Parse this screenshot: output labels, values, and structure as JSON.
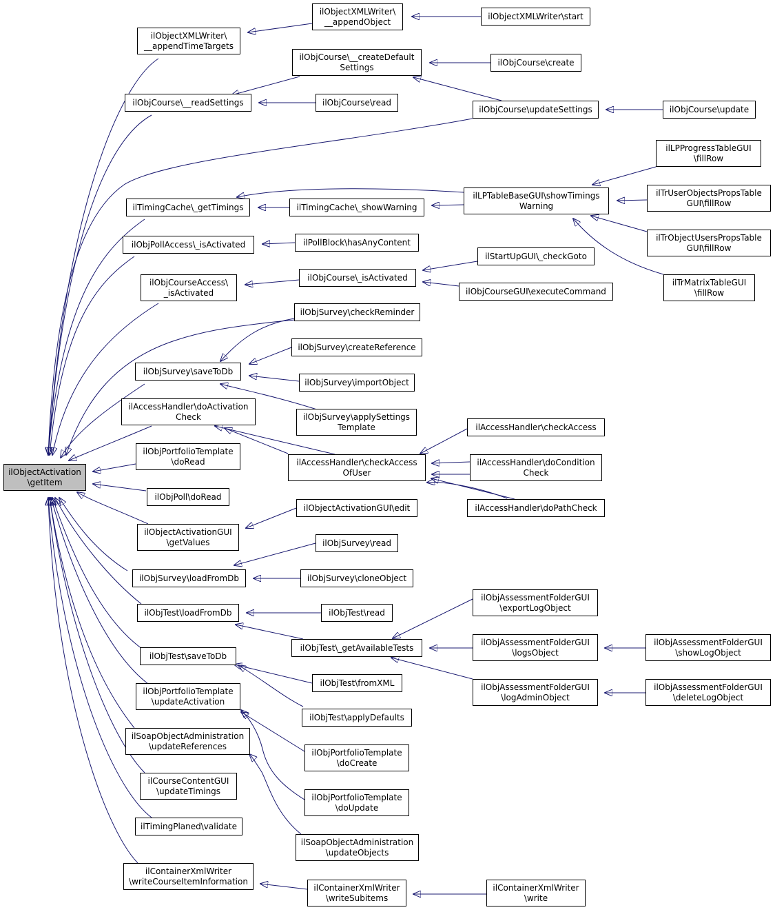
{
  "colors": {
    "edge": "#191970",
    "node_border": "#000000",
    "node_fill": "#ffffff",
    "root_fill": "#bfbfbf"
  },
  "nodes": [
    {
      "id": "root",
      "lines": [
        "ilObjectActivation",
        "\\getItem"
      ]
    },
    {
      "id": "n1",
      "lines": [
        "ilObjectXMLWriter\\",
        "__appendTimeTargets"
      ]
    },
    {
      "id": "n2",
      "lines": [
        "ilObjectXMLWriter\\",
        "__appendObject"
      ]
    },
    {
      "id": "n3",
      "lines": [
        "ilObjectXMLWriter\\start"
      ]
    },
    {
      "id": "n4",
      "lines": [
        "ilObjCourse\\__createDefault",
        "Settings"
      ]
    },
    {
      "id": "n5",
      "lines": [
        "ilObjCourse\\create"
      ]
    },
    {
      "id": "n6",
      "lines": [
        "ilObjCourse\\__readSettings"
      ]
    },
    {
      "id": "n7",
      "lines": [
        "ilObjCourse\\read"
      ]
    },
    {
      "id": "n8",
      "lines": [
        "ilObjCourse\\updateSettings"
      ]
    },
    {
      "id": "n9",
      "lines": [
        "ilObjCourse\\update"
      ]
    },
    {
      "id": "n10",
      "lines": [
        "ilLPProgressTableGUI",
        "\\fillRow"
      ]
    },
    {
      "id": "n11",
      "lines": [
        "ilTimingCache\\_getTimings"
      ]
    },
    {
      "id": "n12",
      "lines": [
        "ilTimingCache\\_showWarning"
      ]
    },
    {
      "id": "n13",
      "lines": [
        "ilLPTableBaseGUI\\showTimings",
        "Warning"
      ]
    },
    {
      "id": "n14",
      "lines": [
        "ilTrUserObjectsPropsTable",
        "GUI\\fillRow"
      ]
    },
    {
      "id": "n15",
      "lines": [
        "ilObjPollAccess\\_isActivated"
      ]
    },
    {
      "id": "n16",
      "lines": [
        "ilPollBlock\\hasAnyContent"
      ]
    },
    {
      "id": "n17",
      "lines": [
        "ilTrObjectUsersPropsTable",
        "GUI\\fillRow"
      ]
    },
    {
      "id": "n18",
      "lines": [
        "ilStartUpGUI\\_checkGoto"
      ]
    },
    {
      "id": "n19",
      "lines": [
        "ilObjCourseAccess\\",
        "_isActivated"
      ]
    },
    {
      "id": "n20",
      "lines": [
        "ilObjCourse\\_isActivated"
      ]
    },
    {
      "id": "n21",
      "lines": [
        "ilTrMatrixTableGUI",
        "\\fillRow"
      ]
    },
    {
      "id": "n22",
      "lines": [
        "ilObjCourseGUI\\executeCommand"
      ]
    },
    {
      "id": "n23",
      "lines": [
        "ilObjSurvey\\checkReminder"
      ]
    },
    {
      "id": "n24",
      "lines": [
        "ilObjSurvey\\createReference"
      ]
    },
    {
      "id": "n25",
      "lines": [
        "ilObjSurvey\\saveToDb"
      ]
    },
    {
      "id": "n26",
      "lines": [
        "ilObjSurvey\\importObject"
      ]
    },
    {
      "id": "n27",
      "lines": [
        "ilAccessHandler\\doActivation",
        "Check"
      ]
    },
    {
      "id": "n28",
      "lines": [
        "ilObjSurvey\\applySettings",
        "Template"
      ]
    },
    {
      "id": "n29",
      "lines": [
        "ilAccessHandler\\checkAccess"
      ]
    },
    {
      "id": "n30",
      "lines": [
        "ilObjPortfolioTemplate",
        "\\doRead"
      ]
    },
    {
      "id": "n31",
      "lines": [
        "ilAccessHandler\\checkAccess",
        "OfUser"
      ]
    },
    {
      "id": "n32",
      "lines": [
        "ilAccessHandler\\doCondition",
        "Check"
      ]
    },
    {
      "id": "n33",
      "lines": [
        "ilObjPoll\\doRead"
      ]
    },
    {
      "id": "n34",
      "lines": [
        "ilAccessHandler\\doPathCheck"
      ]
    },
    {
      "id": "n35",
      "lines": [
        "ilObjectActivationGUI\\edit"
      ]
    },
    {
      "id": "n36",
      "lines": [
        "ilObjectActivationGUI",
        "\\getValues"
      ]
    },
    {
      "id": "n37",
      "lines": [
        "ilObjSurvey\\read"
      ]
    },
    {
      "id": "n38",
      "lines": [
        "ilObjSurvey\\loadFromDb"
      ]
    },
    {
      "id": "n39",
      "lines": [
        "ilObjSurvey\\cloneObject"
      ]
    },
    {
      "id": "n40",
      "lines": [
        "ilObjAssessmentFolderGUI",
        "\\exportLogObject"
      ]
    },
    {
      "id": "n41",
      "lines": [
        "ilObjTest\\loadFromDb"
      ]
    },
    {
      "id": "n42",
      "lines": [
        "ilObjTest\\read"
      ]
    },
    {
      "id": "n43",
      "lines": [
        "ilObjTest\\_getAvailableTests"
      ]
    },
    {
      "id": "n44",
      "lines": [
        "ilObjAssessmentFolderGUI",
        "\\logsObject"
      ]
    },
    {
      "id": "n45",
      "lines": [
        "ilObjAssessmentFolderGUI",
        "\\showLogObject"
      ]
    },
    {
      "id": "n46",
      "lines": [
        "ilObjTest\\saveToDb"
      ]
    },
    {
      "id": "n47",
      "lines": [
        "ilObjTest\\fromXML"
      ]
    },
    {
      "id": "n48",
      "lines": [
        "ilObjAssessmentFolderGUI",
        "\\logAdminObject"
      ]
    },
    {
      "id": "n49",
      "lines": [
        "ilObjAssessmentFolderGUI",
        "\\deleteLogObject"
      ]
    },
    {
      "id": "n50",
      "lines": [
        "ilObjPortfolioTemplate",
        "\\updateActivation"
      ]
    },
    {
      "id": "n51",
      "lines": [
        "ilObjTest\\applyDefaults"
      ]
    },
    {
      "id": "n52",
      "lines": [
        "ilSoapObjectAdministration",
        "\\updateReferences"
      ]
    },
    {
      "id": "n53",
      "lines": [
        "ilObjPortfolioTemplate",
        "\\doCreate"
      ]
    },
    {
      "id": "n54",
      "lines": [
        "ilCourseContentGUI",
        "\\updateTimings"
      ]
    },
    {
      "id": "n55",
      "lines": [
        "ilObjPortfolioTemplate",
        "\\doUpdate"
      ]
    },
    {
      "id": "n56",
      "lines": [
        "ilTimingPlaned\\validate"
      ]
    },
    {
      "id": "n57",
      "lines": [
        "ilSoapObjectAdministration",
        "\\updateObjects"
      ]
    },
    {
      "id": "n58",
      "lines": [
        "ilContainerXmlWriter",
        "\\writeCourseItemInformation"
      ]
    },
    {
      "id": "n59",
      "lines": [
        "ilContainerXmlWriter",
        "\\writeSubitems"
      ]
    },
    {
      "id": "n60",
      "lines": [
        "ilContainerXmlWriter",
        "\\write"
      ]
    }
  ]
}
